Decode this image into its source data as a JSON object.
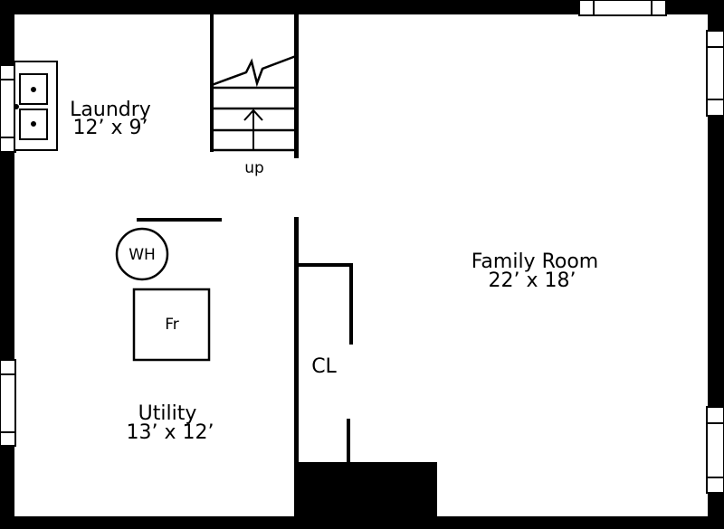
{
  "rooms": {
    "laundry": {
      "name": "Laundry",
      "dims": "12’ x 9’"
    },
    "family_room": {
      "name": "Family Room",
      "dims": "22’ x 18’"
    },
    "utility": {
      "name": "Utility",
      "dims": "13’ x 12’"
    }
  },
  "labels": {
    "stairs": "up",
    "closet": "CL",
    "water_heater": "WH",
    "furnace": "Fr"
  },
  "colors": {
    "wall": "#000000",
    "background": "#ffffff"
  }
}
